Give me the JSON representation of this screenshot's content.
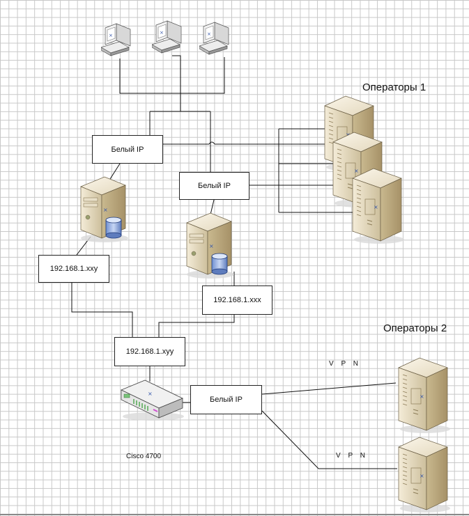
{
  "groups": {
    "operators1": "Операторы 1",
    "operators2": "Операторы 2"
  },
  "boxes": {
    "white_ip_1": "Белый IP",
    "white_ip_2": "Белый IP",
    "white_ip_3": "Белый IP",
    "ip_xxy": "192.168.1.xxy",
    "ip_xxx": "192.168.1.xxx",
    "ip_xyy": "192.168.1.xyy"
  },
  "labels": {
    "router": "Cisco 4700",
    "vpn_1": "V P N",
    "vpn_2": "V P N"
  }
}
